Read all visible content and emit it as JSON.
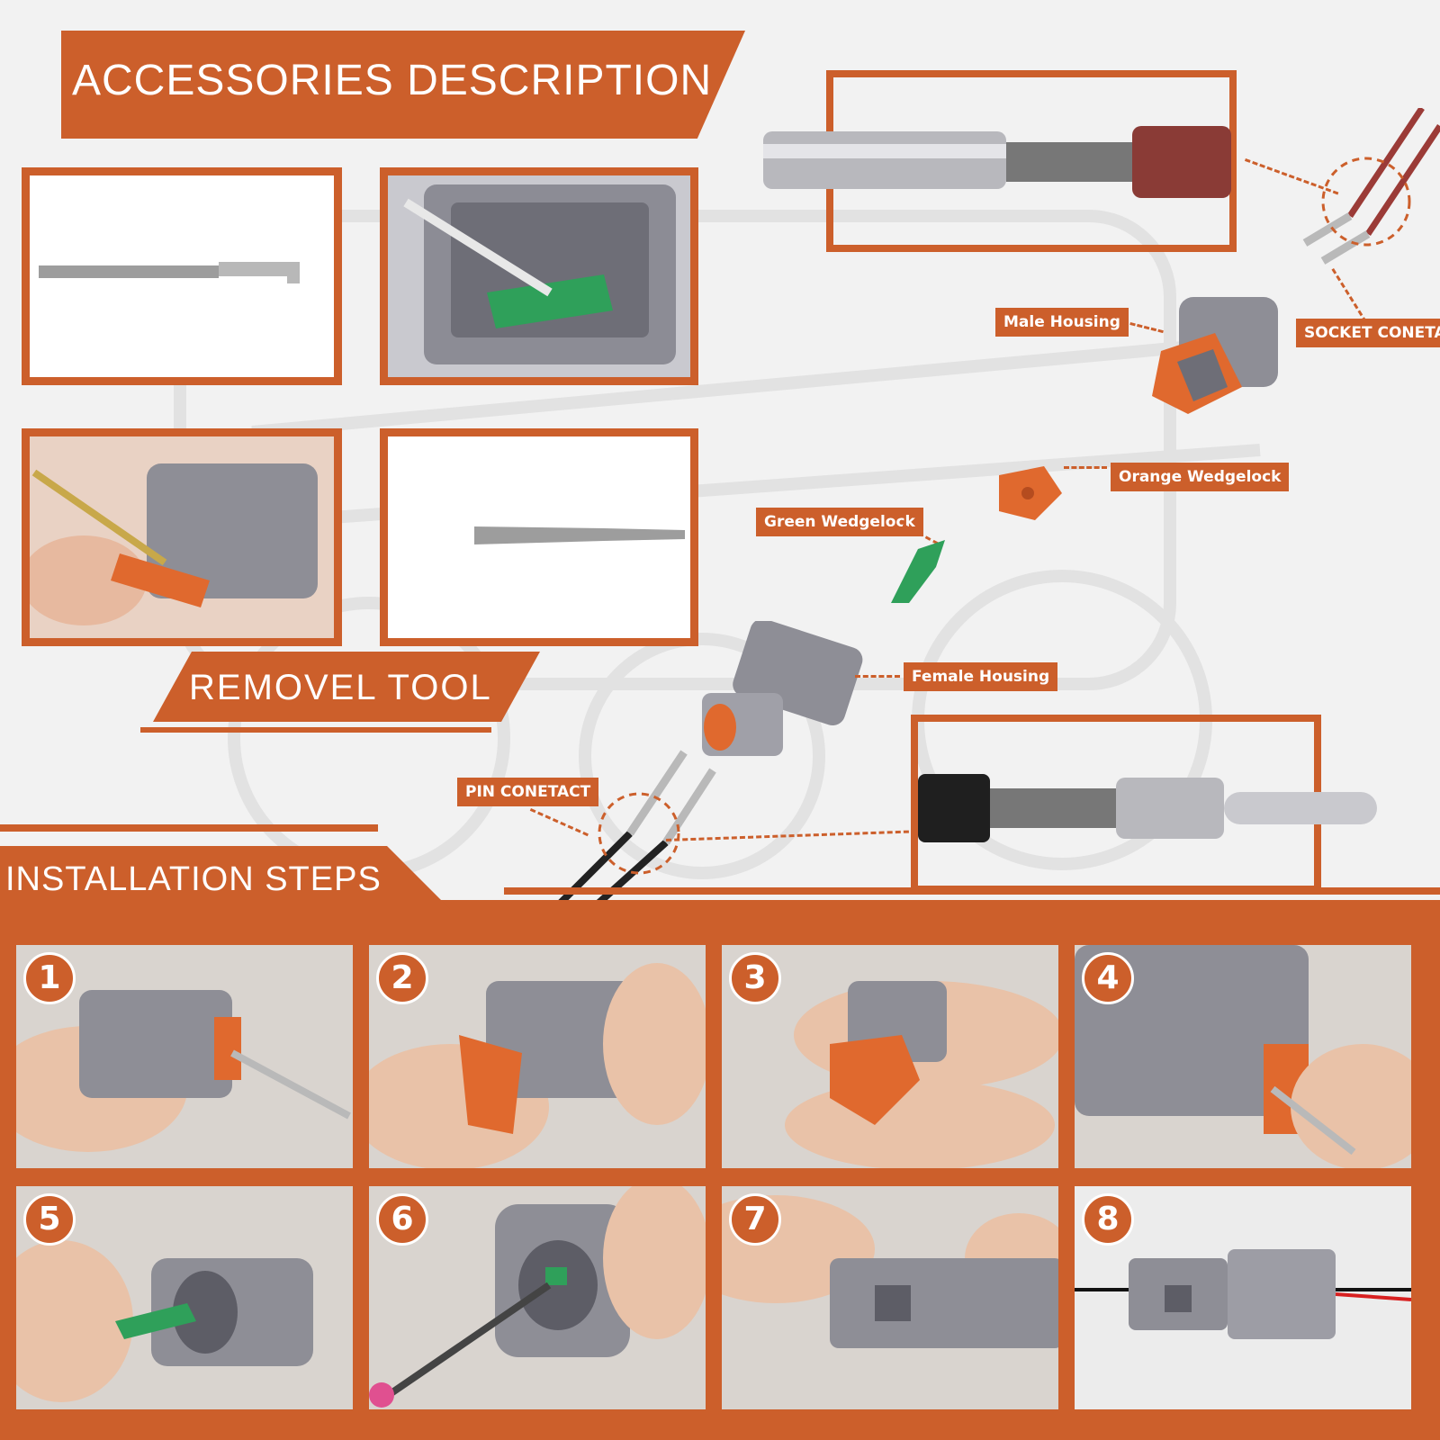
{
  "header": {
    "title": "ACCESSORIES DESCRIPTION"
  },
  "removal": {
    "title": "REMOVEL TOOL"
  },
  "parts": {
    "socket_contact": "SOCKET CONETACT",
    "male_housing": "Male Housing",
    "orange_wedgelock": "Orange Wedgelock",
    "green_wedgelock": "Green Wedgelock",
    "female_housing": "Female Housing",
    "pin_contact": "PIN CONETACT"
  },
  "installation": {
    "title": "INSTALLATION STEPS",
    "steps": [
      "1",
      "2",
      "3",
      "4",
      "5",
      "6",
      "7",
      "8"
    ]
  },
  "colors": {
    "accent": "#cc5f2b",
    "housing_gray": "#8e8e96",
    "wedge_orange": "#e0692e",
    "wedge_green": "#2fa05a"
  }
}
